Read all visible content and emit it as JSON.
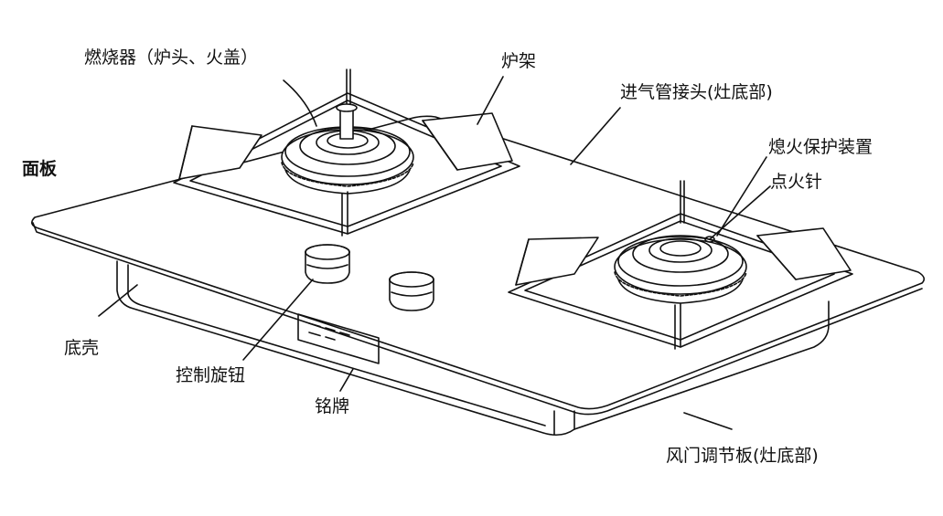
{
  "labels": {
    "burner": "燃烧器（炉头、火盖）",
    "pan_support": "炉架",
    "gas_inlet": "进气管接头(灶底部)",
    "panel": "面板",
    "flame_protection": "熄火保护装置",
    "igniter": "点火针",
    "base_shell": "底壳",
    "control_knob": "控制旋钮",
    "nameplate": "铭牌",
    "air_damper": "风门调节板(灶底部)"
  },
  "colors": {
    "line": "#111111",
    "background": "#ffffff"
  }
}
